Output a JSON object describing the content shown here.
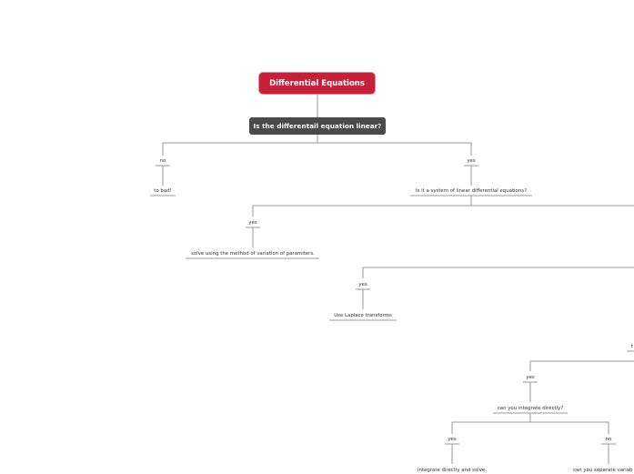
{
  "root": {
    "title": "Differential Equations"
  },
  "main_question": {
    "text": "Is the differentail equation linear?"
  },
  "branches": {
    "no_label": "no",
    "no_answer": "to bad!",
    "yes_label": "yes",
    "system_question": "Is it a system of linear differential equations?",
    "yes2_label": "yes",
    "variation_answer": "solve using the method of variation of paramiters.",
    "yes3_label": "yes",
    "laplace_answer": "Use Laplace transforms",
    "cut_label_fragment": "t",
    "yes4_label": "yes",
    "integrate_question": "can you integrate directly?",
    "yes5_label": "yes",
    "integrate_answer": "integrate directly and solve.",
    "no5_label": "no",
    "separate_answer": "can you separate variab"
  },
  "colors": {
    "root_fill": "#c8203a",
    "main_fill": "#4a4a4a",
    "connector": "#9a9a9a"
  }
}
